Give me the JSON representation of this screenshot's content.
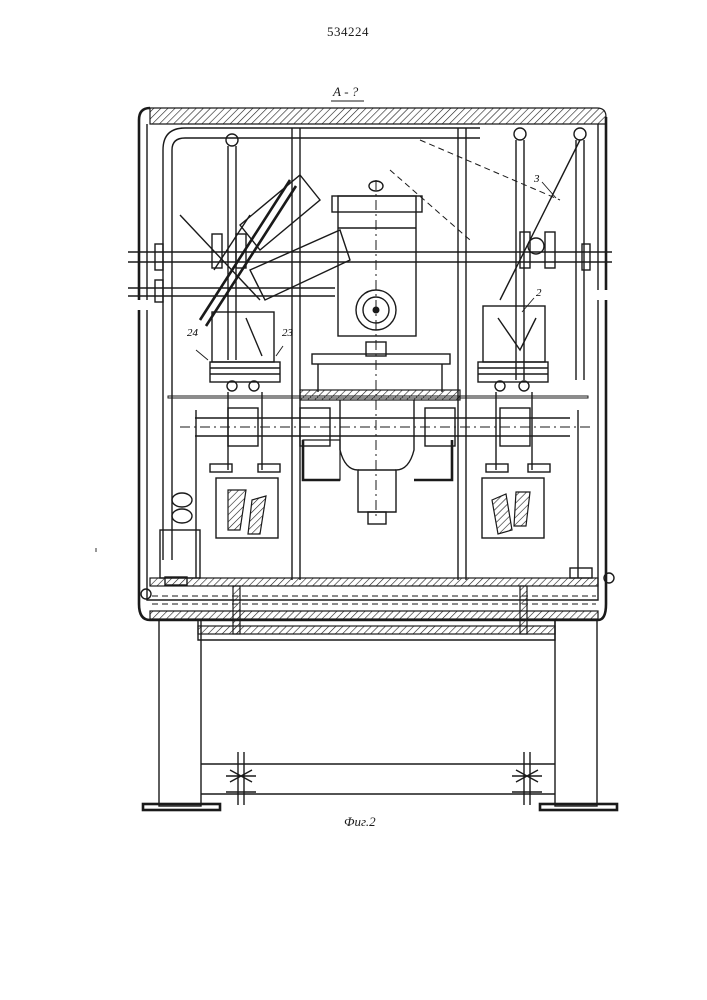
{
  "header": {
    "document_number": "534224"
  },
  "drawing": {
    "section_label": "А - ?",
    "caption": "Фиг.2",
    "callouts": [
      "2",
      "3",
      "23",
      "24"
    ]
  }
}
